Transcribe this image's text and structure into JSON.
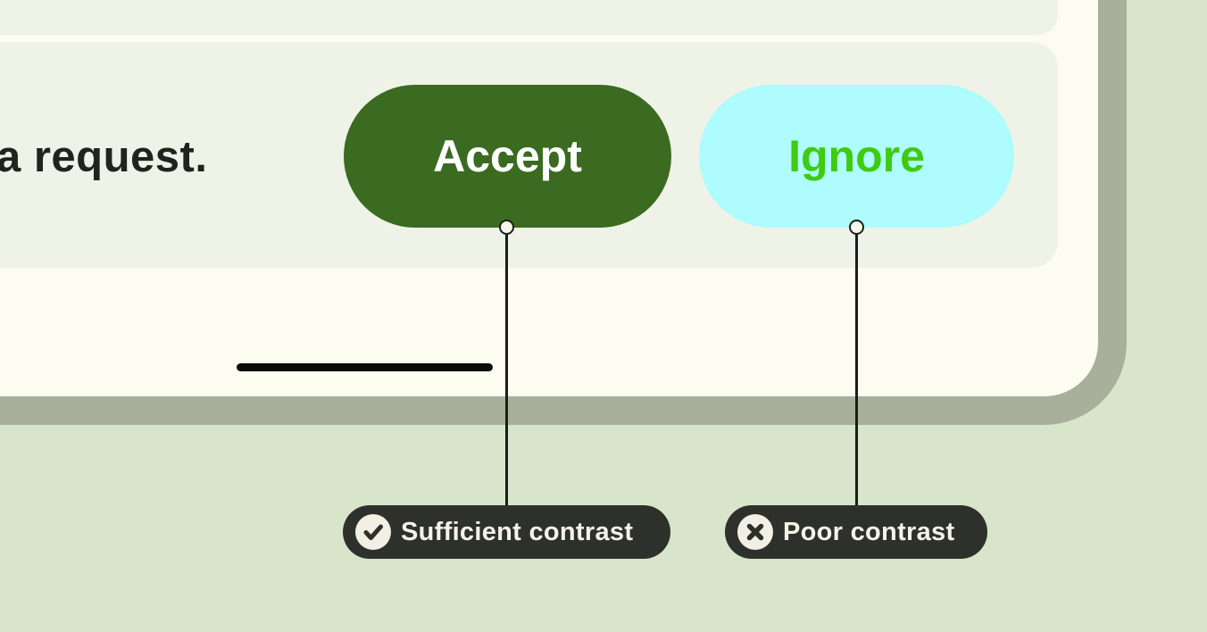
{
  "preview": {
    "truncated_text": "a request.",
    "buttons": {
      "accept": {
        "label": "Accept",
        "background": "#3a6b20",
        "text_color": "#ffffff"
      },
      "ignore": {
        "label": "Ignore",
        "background": "#aefcfd",
        "text_color": "#3fcb0f"
      }
    }
  },
  "annotations": {
    "sufficient": {
      "label": "Sufficient contrast",
      "icon": "check-circle",
      "verdict": "pass"
    },
    "poor": {
      "label": "Poor contrast",
      "icon": "x-circle",
      "verdict": "fail"
    }
  },
  "colors": {
    "page_background": "#d9e5cb",
    "frame_border": "#a8b09c",
    "card_background": "#fdfcf0",
    "panel_background": "#eff3e7",
    "annotation_background": "#2e312b",
    "annotation_text": "#f5f3e9",
    "body_text": "#20241e",
    "home_bar": "#0a0c07"
  }
}
